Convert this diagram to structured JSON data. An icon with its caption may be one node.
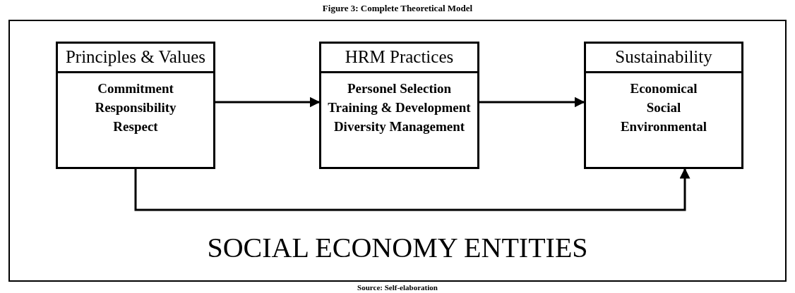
{
  "diagram": {
    "title": "Figure 3: Complete Theoretical Model",
    "caption": "Source: Self-elaboration",
    "nodes": [
      {
        "text": [
          "SOCIAL ECONOMY ENTITIES"
        ]
      },
      {
        "text": [
          "Principles & Values",
          "Commitment",
          "Responsibility",
          "Respect"
        ],
        "in": 0
      },
      {
        "text": [
          "HRM Practices",
          "Personel Selection",
          "Training & Development",
          "Diversity Management"
        ],
        "in": 0
      },
      {
        "text": [
          "Sustainability",
          "Economical",
          "Social",
          "Environmental"
        ],
        "in": 0
      }
    ],
    "edges": [
      {
        "from": 1,
        "to": 2,
        "arrow": "to"
      },
      {
        "from": 2,
        "to": 3,
        "arrow": "to"
      },
      {
        "from": 1,
        "to": 3,
        "arrow": "to"
      }
    ]
  }
}
